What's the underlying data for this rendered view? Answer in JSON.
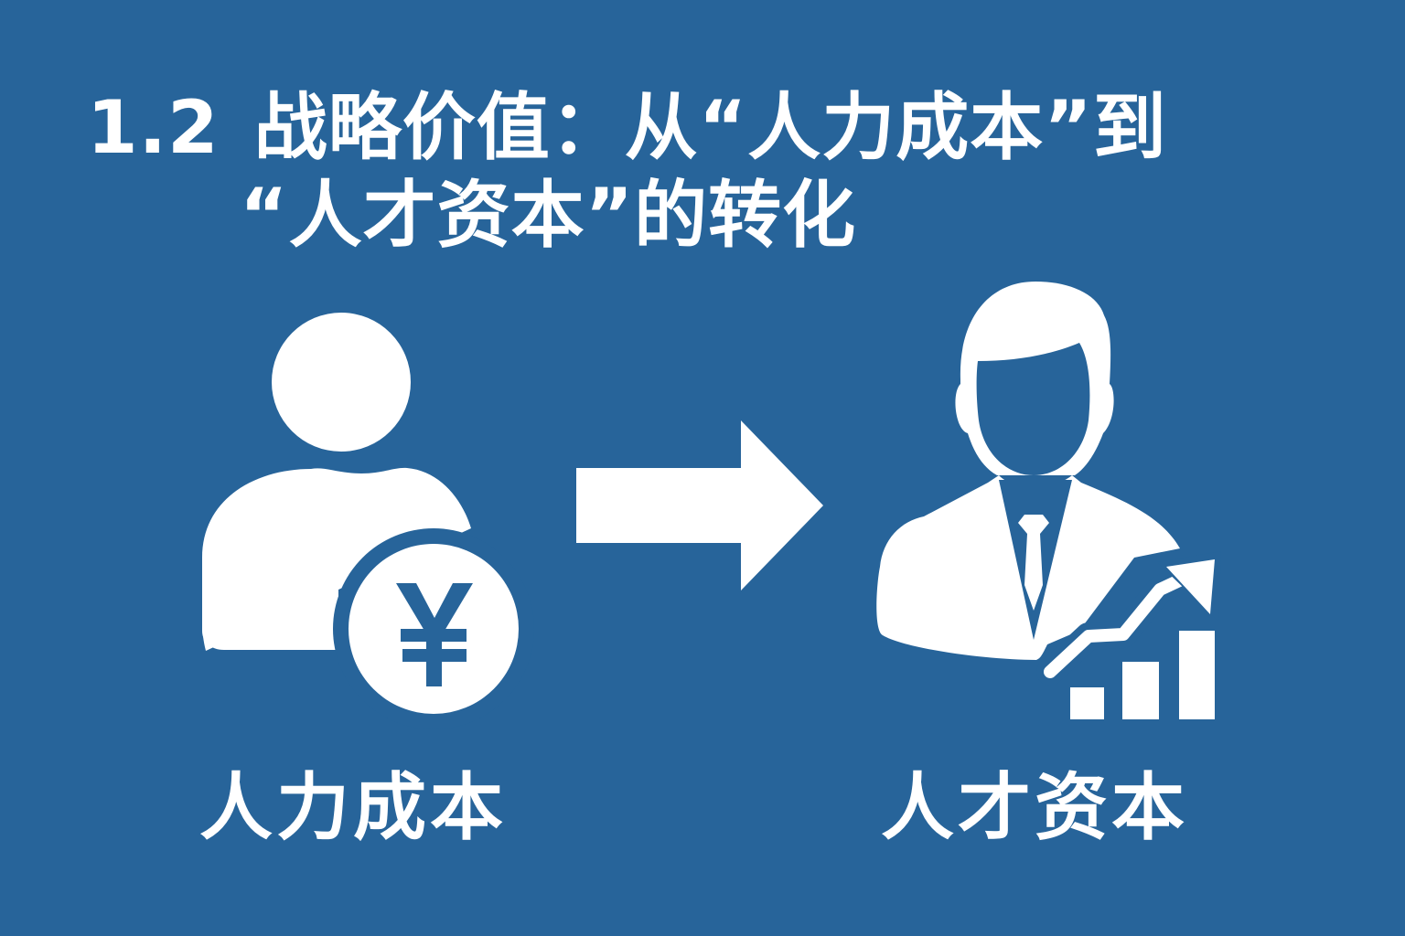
{
  "slide": {
    "background_color": "#27649A",
    "foreground_color": "#FFFFFF",
    "title": {
      "number": "1.2",
      "line1": "战略价值：从“人力成本”到",
      "line2": "“人才资本”的转化"
    },
    "left": {
      "icon": "person-with-yen-coin-icon",
      "coin_symbol": "¥",
      "caption": "人力成本"
    },
    "transition": {
      "icon": "right-arrow-icon"
    },
    "right": {
      "icon": "businessman-with-growth-chart-icon",
      "chart_icon": "rising-bar-chart-arrow-icon",
      "caption": "人才资本"
    }
  }
}
